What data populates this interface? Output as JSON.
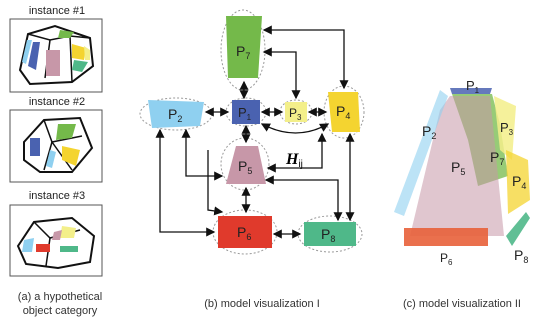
{
  "panel_a": {
    "instances": [
      "instance #1",
      "instance #2",
      "instance #3"
    ],
    "caption_line1": "(a) a hypothetical",
    "caption_line2": "object category"
  },
  "panel_b": {
    "caption": "(b) model visualization I",
    "parts": {
      "p1": {
        "label": "P",
        "sub": "1"
      },
      "p2": {
        "label": "P",
        "sub": "2"
      },
      "p3": {
        "label": "P",
        "sub": "3"
      },
      "p4": {
        "label": "P",
        "sub": "4"
      },
      "p5": {
        "label": "P",
        "sub": "5"
      },
      "p6": {
        "label": "P",
        "sub": "6"
      },
      "p7": {
        "label": "P",
        "sub": "7"
      },
      "p8": {
        "label": "P",
        "sub": "8"
      }
    },
    "edge_label": {
      "main": "H",
      "sub": "ij"
    }
  },
  "panel_c": {
    "caption": "(c) model visualization II",
    "parts": {
      "p1": {
        "label": "P",
        "sub": "1"
      },
      "p2": {
        "label": "P",
        "sub": "2"
      },
      "p3": {
        "label": "P",
        "sub": "3"
      },
      "p4": {
        "label": "P",
        "sub": "4"
      },
      "p5": {
        "label": "P",
        "sub": "5"
      },
      "p6": {
        "label": "P",
        "sub": "6"
      },
      "p7": {
        "label": "P",
        "sub": "7"
      },
      "p8": {
        "label": "P",
        "sub": "8"
      }
    }
  },
  "colors": {
    "p1": "#4a62b0",
    "p2": "#8fd0f0",
    "p3": "#f3ef8a",
    "p4": "#f4d430",
    "p5": "#c797a8",
    "p6": "#e03a2c",
    "p7": "#74b94a",
    "p8": "#4fb889"
  }
}
